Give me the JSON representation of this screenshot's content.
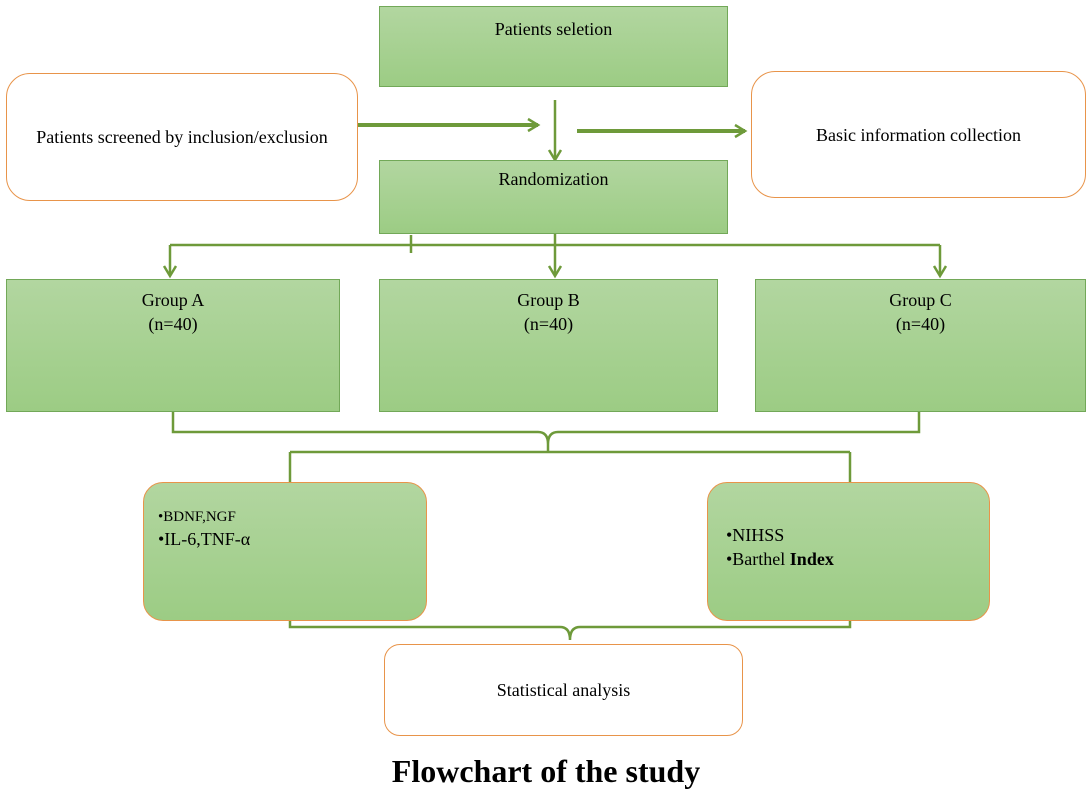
{
  "diagram": {
    "selection": "Patients seletion",
    "screened": "Patients screened by inclusion/exclusion",
    "basic_info": "Basic information collection",
    "randomization": "Randomization",
    "groups": [
      {
        "name": "Group A",
        "n": "(n=40)"
      },
      {
        "name": "Group B",
        "n": "(n=40)"
      },
      {
        "name": "Group C",
        "n": "(n=40)"
      }
    ],
    "outcome_left": [
      "•BDNF,NGF",
      "•IL-6,TNF-α"
    ],
    "outcome_right": {
      "line1": "•NIHSS",
      "line2_prefix": "•Barthel ",
      "line2_bold": "Index"
    },
    "statistical": "Statistical analysis",
    "caption": "Flowchart of the study",
    "colors": {
      "box_fill": "#a9d18e",
      "box_border": "#72a858",
      "round_border": "#e8944a",
      "arrow": "#6e9a3a"
    }
  }
}
